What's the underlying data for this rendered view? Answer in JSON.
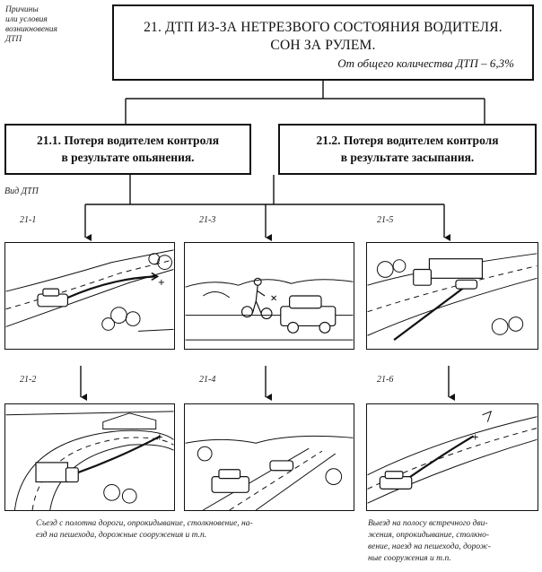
{
  "side_note": {
    "lines": [
      "Причины",
      "или условия",
      "возникновения",
      "ДТП"
    ]
  },
  "title": {
    "line1": "21. ДТП ИЗ-ЗА НЕТРЕЗВОГО СОСТОЯНИЯ ВОДИТЕЛЯ.",
    "line2": "СОН ЗА РУЛЕМ.",
    "share": "От общего количества ДТП – 6,3%"
  },
  "categories": [
    {
      "line1": "21.1. Потеря водителем контроля",
      "line2": "в результате опьянения."
    },
    {
      "line1": "21.2. Потеря водителем контроля",
      "line2": "в результате засыпания."
    }
  ],
  "type_label": "Вид ДТП",
  "panels": [
    {
      "code": "21-1",
      "icon": "car-veering-off-road-icon"
    },
    {
      "code": "21-3",
      "icon": "car-hitting-pedestrian-icon"
    },
    {
      "code": "21-5",
      "icon": "car-crossing-into-oncoming-truck-icon"
    },
    {
      "code": "21-2",
      "icon": "truck-leaving-road-on-curve-icon"
    },
    {
      "code": "21-4",
      "icon": "car-oncoming-lane-collision-icon"
    },
    {
      "code": "21-6",
      "icon": "car-drifting-to-opposite-side-icon"
    }
  ],
  "captions": {
    "left": [
      "Съезд с полотна дороги, опрокидывание, столкновение, на-",
      "езд на пешехода, дорожные сооружения  и т.п."
    ],
    "right": [
      "Выезд на полосу встречного дви-",
      "жения, опрокидывание, столкно-",
      "вение, наезд на пешехода, дорож-",
      "ные сооружения и т.п."
    ]
  },
  "colors": {
    "ink": "#111111",
    "paper": "#ffffff"
  }
}
